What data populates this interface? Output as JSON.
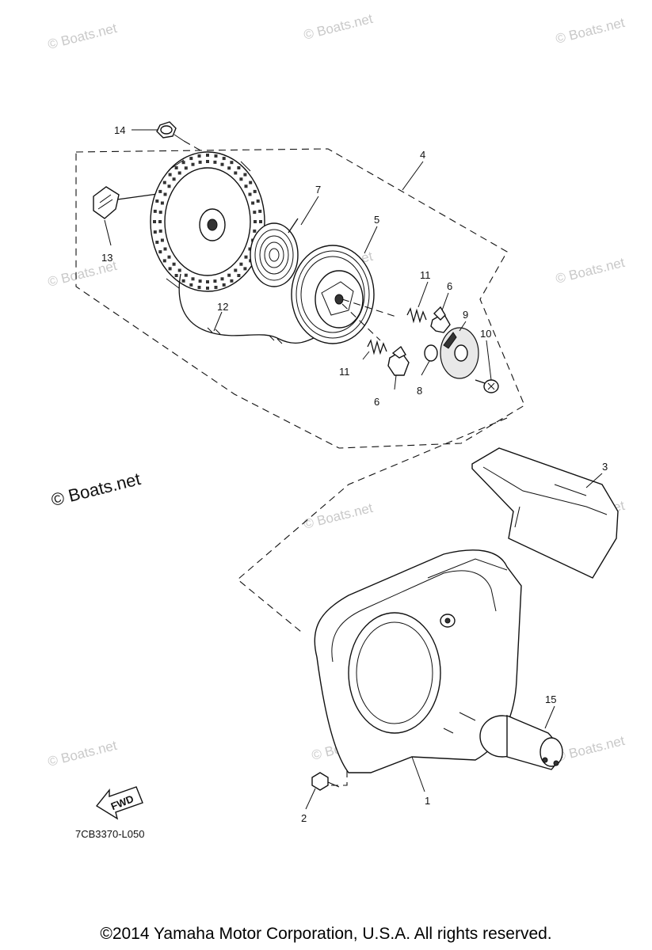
{
  "watermark_small": "© Boats.net",
  "watermark_main": "© Boats.net",
  "drawing_code": "7CB3370-L050",
  "fwd_label": "FWD",
  "copyright": "©2014 Yamaha Motor Corporation, U.S.A. All rights reserved.",
  "callouts": {
    "c1": "1",
    "c2": "2",
    "c3": "3",
    "c4": "4",
    "c5": "5",
    "c6a": "6",
    "c6b": "6",
    "c7": "7",
    "c8": "8",
    "c9": "9",
    "c10": "10",
    "c11a": "11",
    "c11b": "11",
    "c12": "12",
    "c13": "13",
    "c14": "14",
    "c15": "15"
  }
}
